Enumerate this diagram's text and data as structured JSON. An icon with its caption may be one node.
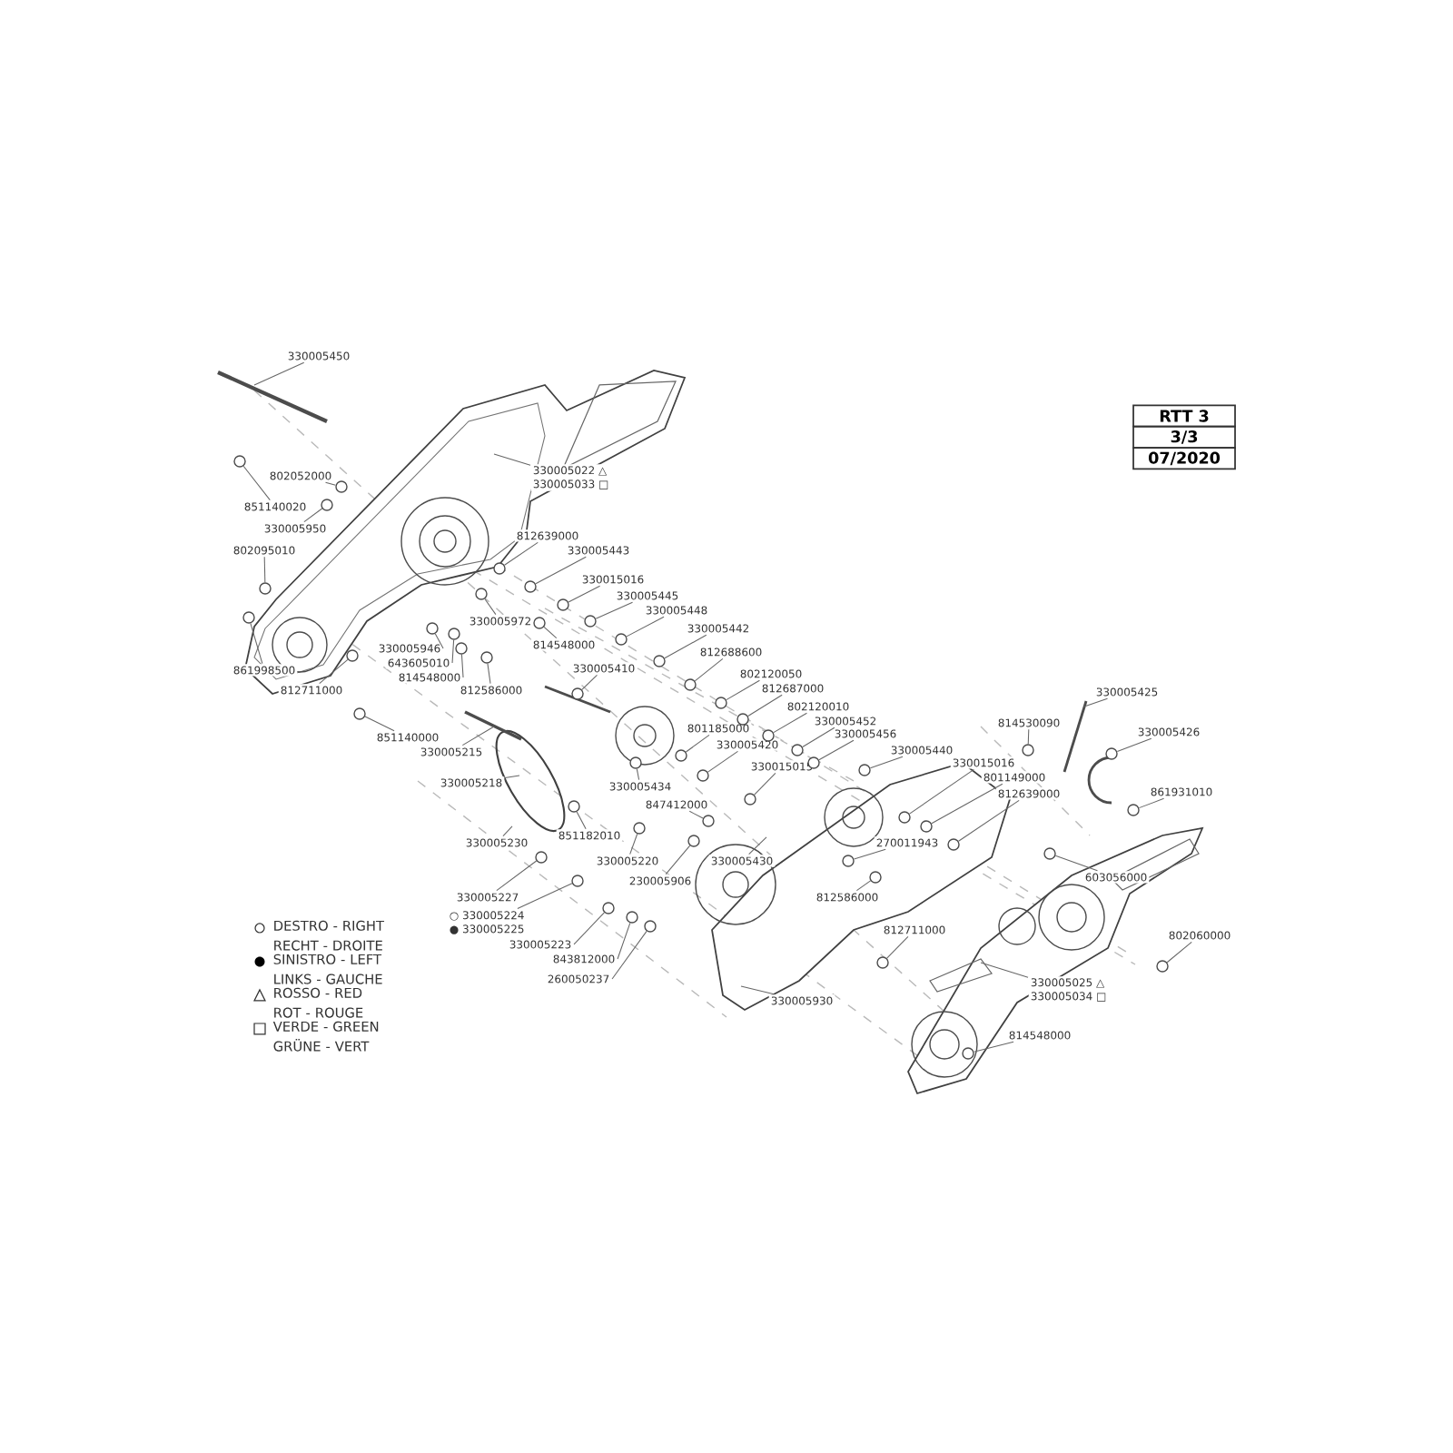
{
  "diagram": {
    "nodes": [
      {
        "text": [
          "330005450"
        ]
      },
      {
        "text": [
          "802052000"
        ]
      },
      {
        "text": [
          "851140020"
        ]
      },
      {
        "text": [
          "330005950"
        ]
      },
      {
        "text": [
          "802095010"
        ]
      },
      {
        "text": [
          "330005022 △",
          "330005033 □"
        ]
      },
      {
        "text": [
          "812639000"
        ]
      },
      {
        "text": [
          "330005443"
        ]
      },
      {
        "text": [
          "330015016"
        ]
      },
      {
        "text": [
          "330005445"
        ]
      },
      {
        "text": [
          "330005448"
        ]
      },
      {
        "text": [
          "330005972"
        ]
      },
      {
        "text": [
          "330005442"
        ]
      },
      {
        "text": [
          "814548000"
        ]
      },
      {
        "text": [
          "330005946"
        ]
      },
      {
        "text": [
          "643605010"
        ]
      },
      {
        "text": [
          "812688600"
        ]
      },
      {
        "text": [
          "330005410"
        ]
      },
      {
        "text": [
          "861998500"
        ]
      },
      {
        "text": [
          "802120050"
        ]
      },
      {
        "text": [
          "814548000"
        ]
      },
      {
        "text": [
          "812687000"
        ]
      },
      {
        "text": [
          "812711000"
        ]
      },
      {
        "text": [
          "812586000"
        ]
      },
      {
        "text": [
          "802120010"
        ]
      },
      {
        "text": [
          "330005452"
        ]
      },
      {
        "text": [
          "814530090"
        ]
      },
      {
        "text": [
          "801185000"
        ]
      },
      {
        "text": [
          "330005425"
        ]
      },
      {
        "text": [
          "330005456"
        ]
      },
      {
        "text": [
          "330005426"
        ]
      },
      {
        "text": [
          "851140000"
        ]
      },
      {
        "text": [
          "330005420"
        ]
      },
      {
        "text": [
          "330005215"
        ]
      },
      {
        "text": [
          "330015016"
        ]
      },
      {
        "text": [
          "330005440"
        ]
      },
      {
        "text": [
          "330015015"
        ]
      },
      {
        "text": [
          "801149000"
        ]
      },
      {
        "text": [
          "330005218"
        ]
      },
      {
        "text": [
          "330005434"
        ]
      },
      {
        "text": [
          "861931010"
        ]
      },
      {
        "text": [
          "812639000"
        ]
      },
      {
        "text": [
          "847412000"
        ]
      },
      {
        "text": [
          "851182010"
        ]
      },
      {
        "text": [
          "270011943"
        ]
      },
      {
        "text": [
          "330005230"
        ]
      },
      {
        "text": [
          "330005220"
        ]
      },
      {
        "text": [
          "330005430"
        ]
      },
      {
        "text": [
          "603056000"
        ]
      },
      {
        "text": [
          "230005906"
        ]
      },
      {
        "text": [
          "330005227"
        ]
      },
      {
        "text": [
          "812586000"
        ]
      },
      {
        "text": [
          "○ 330005224",
          "● 330005225"
        ]
      },
      {
        "text": [
          "812711000"
        ]
      },
      {
        "text": [
          "802060000"
        ]
      },
      {
        "text": [
          "330005223"
        ]
      },
      {
        "text": [
          "843812000"
        ]
      },
      {
        "text": [
          "260050237"
        ]
      },
      {
        "text": [
          "330005025 △",
          "330005034 □"
        ]
      },
      {
        "text": [
          "330005930"
        ]
      },
      {
        "text": [
          "814548000"
        ]
      },
      {
        "text": [],
        "shape": "circle"
      },
      {
        "text": [],
        "shape": "circle"
      },
      {
        "text": [],
        "shape": "circle"
      },
      {
        "text": [],
        "shape": "circle"
      },
      {
        "text": [],
        "shape": "circle"
      },
      {
        "text": [],
        "shape": "circle"
      },
      {
        "text": [],
        "shape": "circle"
      },
      {
        "text": [],
        "shape": "circle"
      },
      {
        "text": [],
        "shape": "circle"
      },
      {
        "text": [],
        "shape": "circle"
      },
      {
        "text": [],
        "shape": "circle"
      },
      {
        "text": [],
        "shape": "circle"
      },
      {
        "text": [],
        "shape": "circle"
      },
      {
        "text": [],
        "shape": "circle"
      },
      {
        "text": [],
        "shape": "circle"
      },
      {
        "text": [],
        "shape": "circle"
      },
      {
        "text": [],
        "shape": "circle"
      },
      {
        "text": [],
        "shape": "circle"
      },
      {
        "text": [],
        "shape": "circle"
      },
      {
        "text": [],
        "shape": "circle"
      },
      {
        "text": [],
        "shape": "circle"
      },
      {
        "text": [],
        "shape": "circle"
      },
      {
        "text": [],
        "shape": "circle"
      },
      {
        "text": [],
        "shape": "circle"
      },
      {
        "text": [],
        "shape": "circle"
      },
      {
        "text": [],
        "shape": "circle"
      },
      {
        "text": [],
        "shape": "circle"
      },
      {
        "text": [],
        "shape": "circle"
      },
      {
        "text": [],
        "shape": "circle"
      },
      {
        "text": [],
        "shape": "circle"
      },
      {
        "text": [],
        "shape": "circle"
      },
      {
        "text": [],
        "shape": "circle"
      },
      {
        "text": [],
        "shape": "circle"
      },
      {
        "text": [],
        "shape": "circle"
      },
      {
        "text": [],
        "shape": "circle"
      },
      {
        "text": [],
        "shape": "circle"
      },
      {
        "text": [],
        "shape": "circle"
      },
      {
        "text": [],
        "shape": "circle"
      },
      {
        "text": [],
        "shape": "circle"
      },
      {
        "text": [],
        "shape": "circle"
      },
      {
        "text": [],
        "shape": "circle"
      },
      {
        "text": [],
        "shape": "circle"
      },
      {
        "text": [],
        "shape": "circle"
      },
      {
        "text": [],
        "shape": "circle"
      },
      {
        "text": [],
        "shape": "circle"
      },
      {
        "text": [],
        "shape": "circle"
      },
      {
        "text": [],
        "shape": "circle"
      },
      {
        "text": [],
        "shape": "circle"
      },
      {
        "text": [],
        "shape": "circle"
      },
      {
        "text": [],
        "shape": "circle"
      },
      {
        "text": [],
        "shape": "circle"
      },
      {
        "text": [],
        "shape": "circle"
      }
    ],
    "edges": [
      {
        "from": 0,
        "to": null,
        "arrow": "none"
      },
      {
        "from": 1,
        "to": 61,
        "arrow": "none"
      },
      {
        "from": 2,
        "to": 62,
        "arrow": "none"
      },
      {
        "from": 3,
        "to": 63,
        "arrow": "none"
      },
      {
        "from": 4,
        "to": 64,
        "arrow": "none"
      },
      {
        "from": 5,
        "to": null,
        "arrow": "none"
      },
      {
        "from": 6,
        "to": 65,
        "arrow": "none"
      },
      {
        "from": 7,
        "to": 66,
        "arrow": "none"
      },
      {
        "from": 8,
        "to": 67,
        "arrow": "none"
      },
      {
        "from": 9,
        "to": 68,
        "arrow": "none"
      },
      {
        "from": 10,
        "to": 69,
        "arrow": "none"
      },
      {
        "from": 11,
        "to": 70,
        "arrow": "none"
      },
      {
        "from": 12,
        "to": 71,
        "arrow": "none"
      },
      {
        "from": 13,
        "to": 72,
        "arrow": "none"
      },
      {
        "from": 14,
        "to": 73,
        "arrow": "none"
      },
      {
        "from": 15,
        "to": 74,
        "arrow": "none"
      },
      {
        "from": 16,
        "to": 75,
        "arrow": "none"
      },
      {
        "from": 17,
        "to": 76,
        "arrow": "none"
      },
      {
        "from": 18,
        "to": 77,
        "arrow": "none"
      },
      {
        "from": 19,
        "to": 78,
        "arrow": "none"
      },
      {
        "from": 20,
        "to": 79,
        "arrow": "none"
      },
      {
        "from": 21,
        "to": 80,
        "arrow": "none"
      },
      {
        "from": 22,
        "to": 81,
        "arrow": "none"
      },
      {
        "from": 23,
        "to": 82,
        "arrow": "none"
      },
      {
        "from": 24,
        "to": 83,
        "arrow": "none"
      },
      {
        "from": 25,
        "to": 84,
        "arrow": "none"
      },
      {
        "from": 26,
        "to": 85,
        "arrow": "none"
      },
      {
        "from": 27,
        "to": 86,
        "arrow": "none"
      },
      {
        "from": 28,
        "to": null,
        "arrow": "none"
      },
      {
        "from": 29,
        "to": 87,
        "arrow": "none"
      },
      {
        "from": 30,
        "to": 88,
        "arrow": "none"
      },
      {
        "from": 31,
        "to": 89,
        "arrow": "none"
      },
      {
        "from": 32,
        "to": 90,
        "arrow": "none"
      },
      {
        "from": 33,
        "to": null,
        "arrow": "none"
      },
      {
        "from": 34,
        "to": 91,
        "arrow": "none"
      },
      {
        "from": 35,
        "to": 92,
        "arrow": "none"
      },
      {
        "from": 36,
        "to": 93,
        "arrow": "none"
      },
      {
        "from": 37,
        "to": 94,
        "arrow": "none"
      },
      {
        "from": 38,
        "to": null,
        "arrow": "none"
      },
      {
        "from": 39,
        "to": 95,
        "arrow": "none"
      },
      {
        "from": 40,
        "to": 96,
        "arrow": "none"
      },
      {
        "from": 41,
        "to": 97,
        "arrow": "none"
      },
      {
        "from": 42,
        "to": 98,
        "arrow": "none"
      },
      {
        "from": 43,
        "to": 99,
        "arrow": "none"
      },
      {
        "from": 44,
        "to": 100,
        "arrow": "none"
      },
      {
        "from": 45,
        "to": null,
        "arrow": "none"
      },
      {
        "from": 46,
        "to": 101,
        "arrow": "none"
      },
      {
        "from": 47,
        "to": null,
        "arrow": "none"
      },
      {
        "from": 48,
        "to": 102,
        "arrow": "none"
      },
      {
        "from": 49,
        "to": 103,
        "arrow": "none"
      },
      {
        "from": 50,
        "to": 104,
        "arrow": "none"
      },
      {
        "from": 51,
        "to": 105,
        "arrow": "none"
      },
      {
        "from": 52,
        "to": 106,
        "arrow": "none"
      },
      {
        "from": 53,
        "to": 107,
        "arrow": "none"
      },
      {
        "from": 54,
        "to": 108,
        "arrow": "none"
      },
      {
        "from": 55,
        "to": 109,
        "arrow": "none"
      },
      {
        "from": 56,
        "to": 110,
        "arrow": "none"
      },
      {
        "from": 57,
        "to": 111,
        "arrow": "none"
      },
      {
        "from": 58,
        "to": null,
        "arrow": "none"
      },
      {
        "from": 59,
        "to": null,
        "arrow": "none"
      },
      {
        "from": 60,
        "to": 112,
        "arrow": "none"
      }
    ],
    "labels": [
      "RTT 3",
      "3/3",
      "07/2020"
    ],
    "legend": [
      {
        "text": "DESTRO - RIGHT RECHT - DROITE"
      },
      {
        "text": "SINISTRO - LEFT LINKS - GAUCHE"
      },
      {
        "text": "ROSSO - RED ROT - ROUGE"
      },
      {
        "text": "VERDE - GREEN GRÜNE - VERT"
      }
    ]
  }
}
